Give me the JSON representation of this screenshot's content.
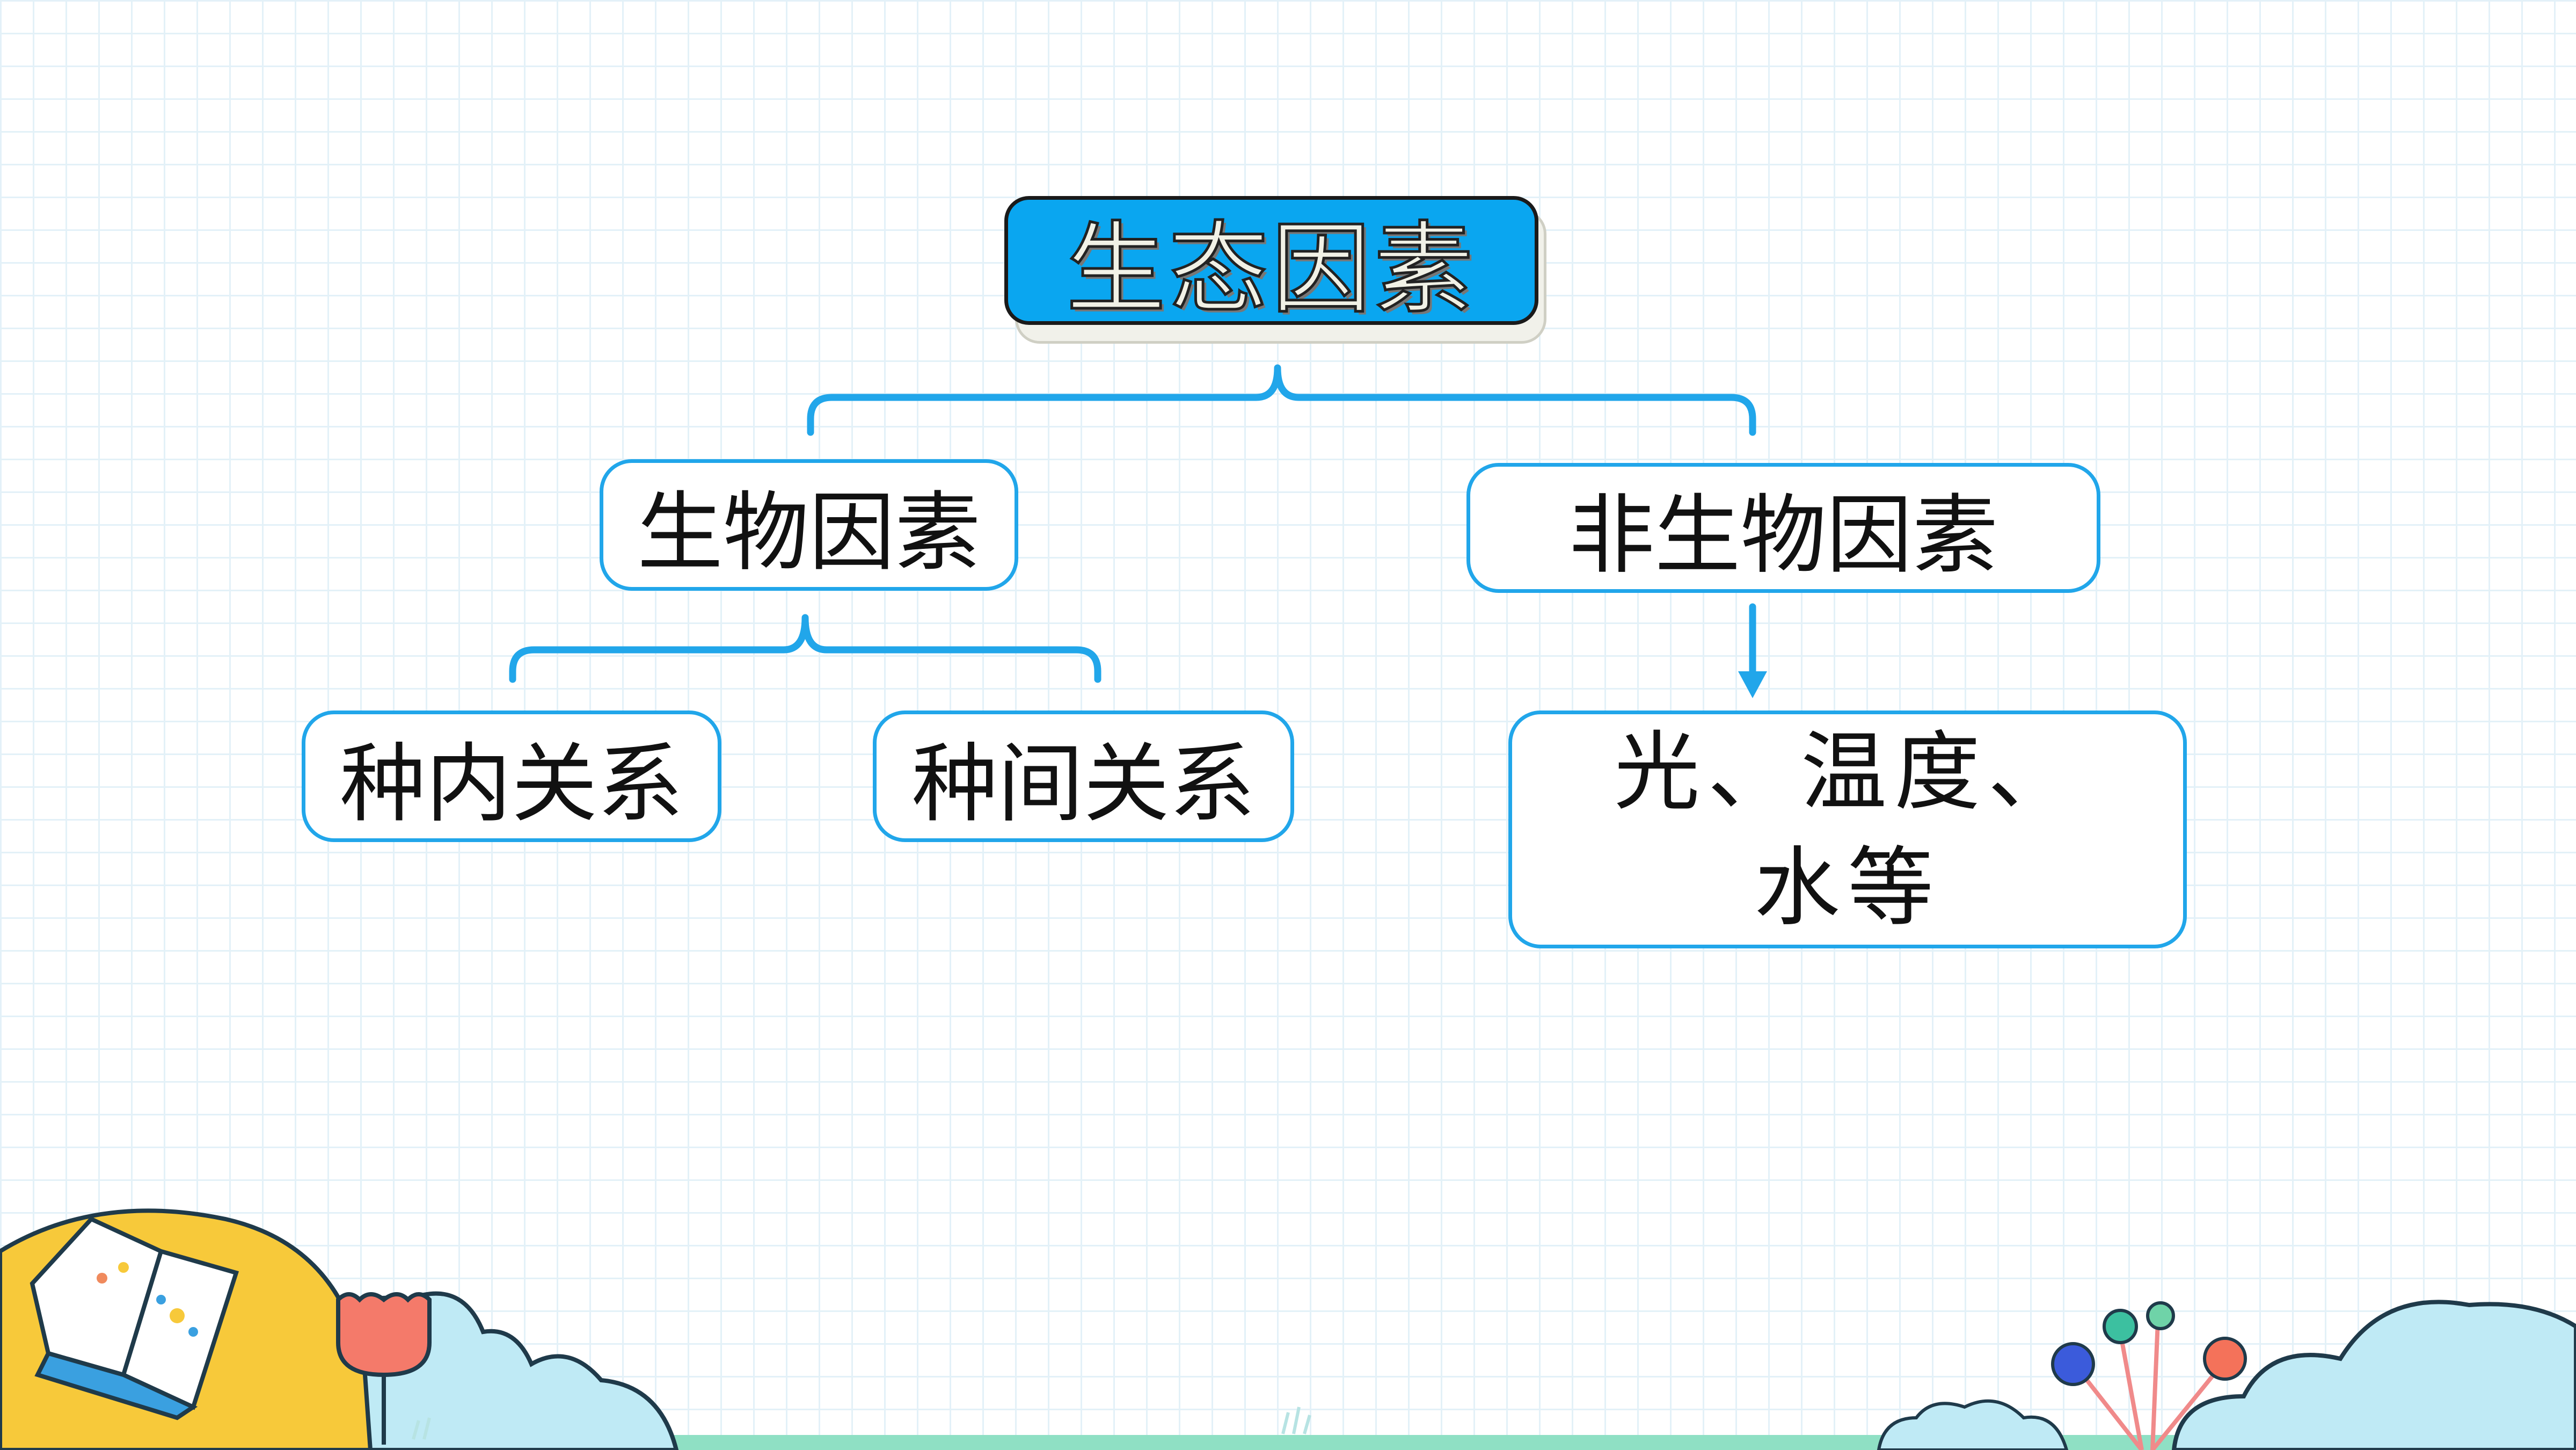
{
  "diagram": {
    "root": {
      "label": "生态因素"
    },
    "biotic": {
      "label": "生物因素",
      "children": [
        {
          "label": "种内关系"
        },
        {
          "label": "种间关系"
        }
      ]
    },
    "abiotic": {
      "label": "非生物因素",
      "example": "光、温度、水等"
    }
  },
  "colors": {
    "accent": "#21a6ea",
    "root_fill": "#0aa6f0",
    "cloud": "#bfeaf5",
    "ground": "#8fe0c4"
  },
  "icons": [
    "open-book-icon",
    "flower-icon",
    "balloon-tree-icon",
    "cloud-icon"
  ]
}
